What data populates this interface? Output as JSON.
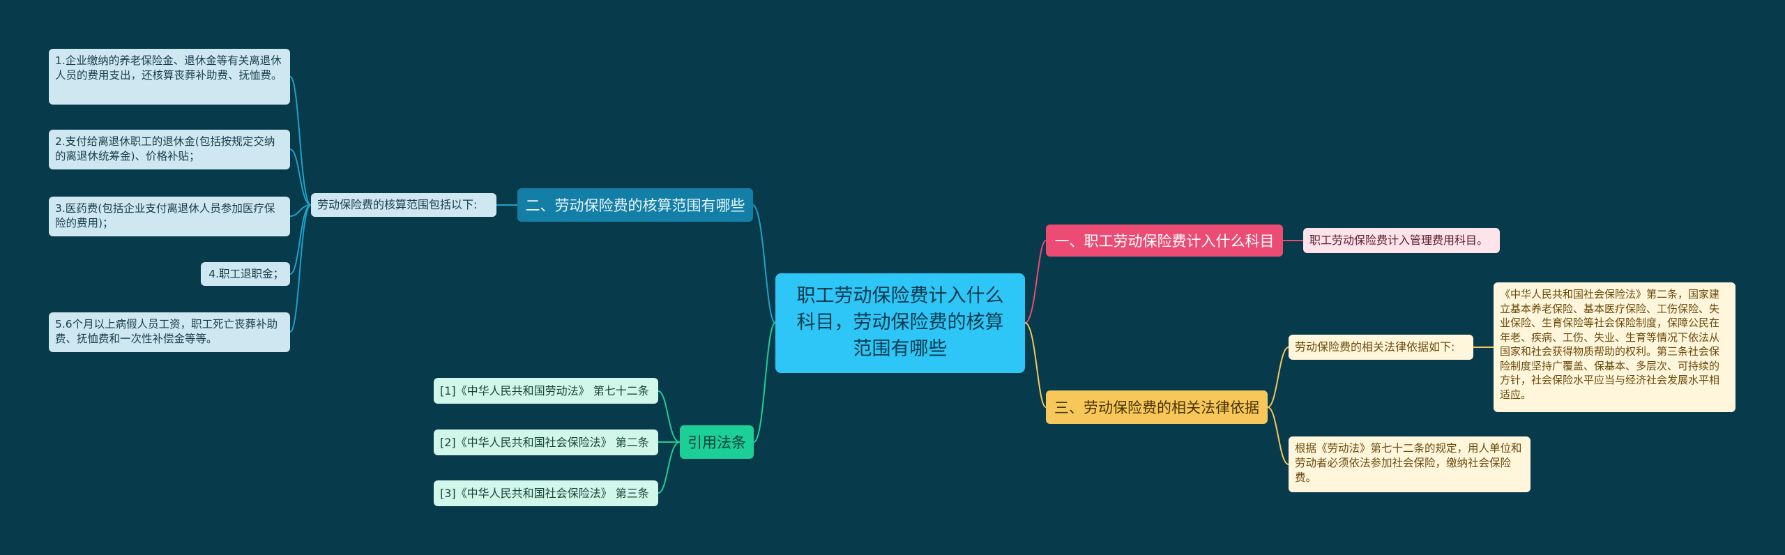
{
  "colors": {
    "background": "#073a4b",
    "root": "#2ec6f6",
    "branch_blue": "#147fa6",
    "branch_green": "#1bcf96",
    "branch_pink": "#ec4b74",
    "branch_gold": "#f7c75a"
  },
  "root": {
    "title": "职工劳动保险费计入什么科目，劳动保险费的核算范围有哪些"
  },
  "branches": {
    "scope": {
      "label": "二、劳动保险费的核算范围有哪些",
      "intro": "劳动保险费的核算范围包括以下:",
      "items": [
        "1.企业缴纳的养老保险金、退休金等有关离退休人员的费用支出，还核算丧葬补助费、抚恤费。",
        "2.支付给离退休职工的退休金(包括按规定交纳的离退休统筹金)、价格补贴；",
        "3.医药费(包括企业支付离退休人员参加医疗保险的费用)；",
        "4.职工退职金；",
        "5.6个月以上病假人员工资，职工死亡丧葬补助费、抚恤费和一次性补偿金等等。"
      ]
    },
    "citations": {
      "label": "引用法条",
      "items": [
        "[1]《中华人民共和国劳动法》 第七十二条",
        "[2]《中华人民共和国社会保险法》 第二条",
        "[3]《中华人民共和国社会保险法》 第三条"
      ]
    },
    "account": {
      "label": "一、职工劳动保险费计入什么科目",
      "answer": "职工劳动保险费计入管理费用科目。"
    },
    "legal": {
      "label": "三、劳动保险费的相关法律依据",
      "intro": "劳动保险费的相关法律依据如下:",
      "detail": "《中华人民共和国社会保险法》第二条，国家建立基本养老保险、基本医疗保险、工伤保险、失业保险、生育保险等社会保险制度，保障公民在年老、疾病、工伤、失业、生育等情况下依法从国家和社会获得物质帮助的权利。第三条社会保险制度坚持广覆盖、保基本、多层次、可持续的方针，社会保险水平应当与经济社会发展水平相适应。",
      "labor_law": "根据《劳动法》第七十二条的规定，用人单位和劳动者必须依法参加社会保险，缴纳社会保险费。"
    }
  }
}
